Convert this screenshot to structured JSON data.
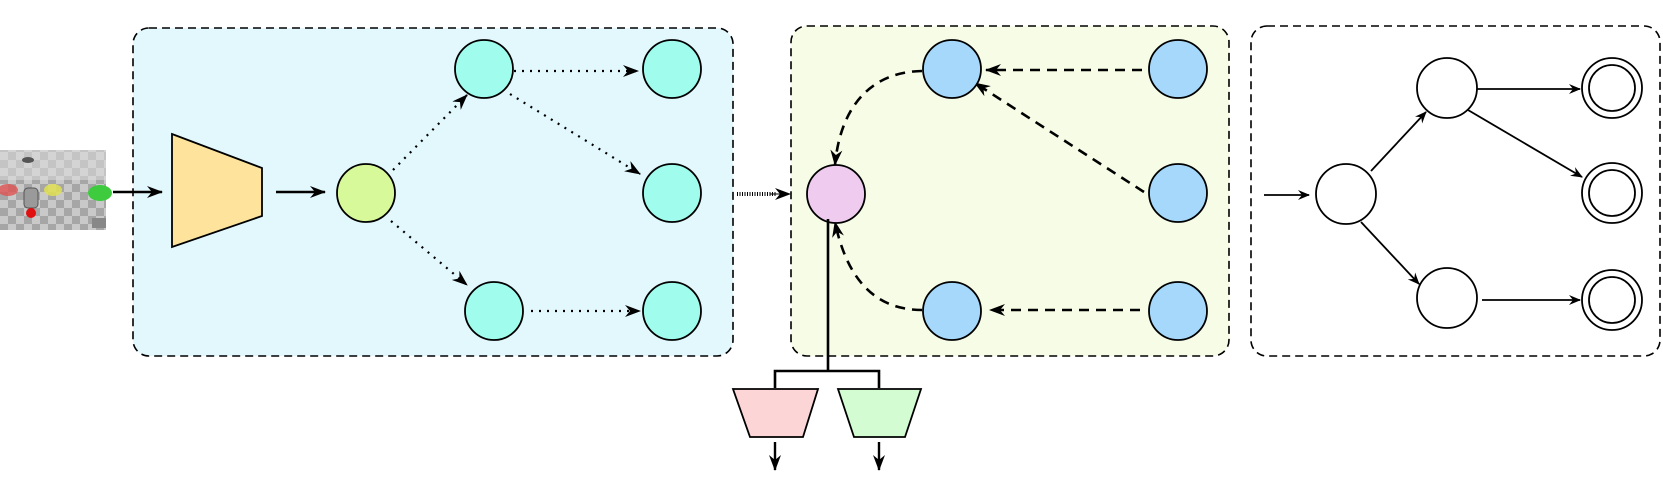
{
  "colors": {
    "encoder_fill": "#fde39c",
    "root_node_fill": "#d8f99a",
    "cyan_node_fill": "#a0fced",
    "blue_node_fill": "#a5d8fb",
    "pink_node_fill": "#f0cbf0",
    "panel1_bg": "#e2f8fd",
    "panel2_bg": "#f6fce6",
    "panel3_bg": "#ffffff",
    "head_left_fill": "#fcd5d7",
    "head_right_fill": "#d3fcd3",
    "stroke": "#000000"
  },
  "input_image": {
    "description_icon": "simulated-scene-thumbnail",
    "checker_light": "#c9c9c9",
    "checker_dark": "#a6a6a6"
  },
  "panels": [
    {
      "id": "tree-expansion-panel",
      "style": "dashed"
    },
    {
      "id": "aggregation-panel",
      "style": "dashed"
    },
    {
      "id": "automaton-panel",
      "style": "dashed"
    }
  ]
}
